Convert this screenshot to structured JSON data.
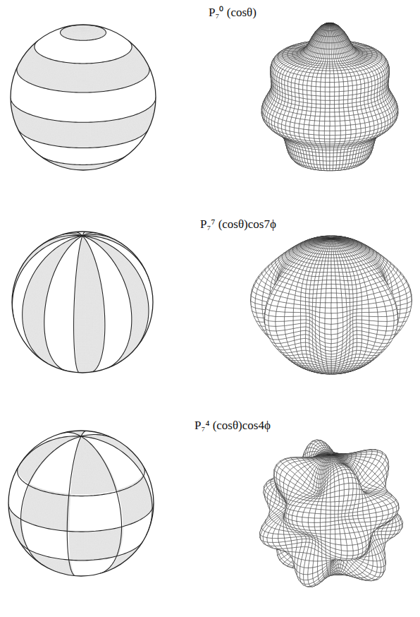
{
  "diagram": {
    "labels": [
      "P₇⁰ (cosθ)",
      "P₇⁷ (cosθ)cos7ϕ",
      "P₇⁴ (cosθ)cos4ϕ"
    ]
  }
}
